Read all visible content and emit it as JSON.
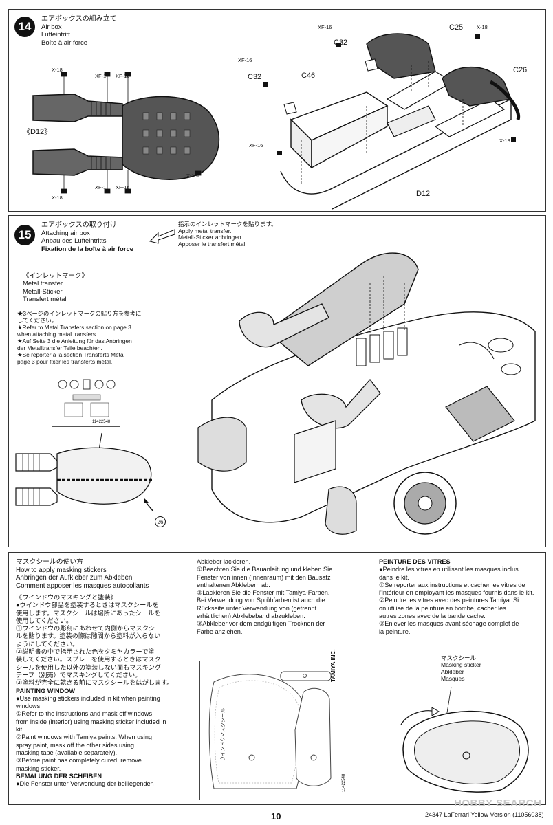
{
  "step14": {
    "number": "14",
    "title_jp": "エアボックスの組み立て",
    "title_en": "Air box",
    "title_de": "Lufteintritt",
    "title_fr": "Boîte à air force",
    "side_label": "《D12》",
    "parts": {
      "xf16_a": "XF-16",
      "c32_a": "C32",
      "c25": "C25",
      "x18_c25": "X-18",
      "xf16_b": "XF-16",
      "c32_b": "C32",
      "c46": "C46",
      "c26": "C26",
      "xf16_c": "XF-16",
      "x18_c26": "X-18",
      "d12": "D12",
      "left_x18_top": "X-18",
      "left_xf1_top": "XF-1",
      "left_xf16_top": "XF-16",
      "left_x18_right": "X-18",
      "left_x18_bottom": "X-18",
      "left_xf1_bottom": "XF-1",
      "left_xf16_bottom": "XF-16"
    }
  },
  "step15": {
    "number": "15",
    "title_jp": "エアボックスの取り付け",
    "title_en": "Attaching air box",
    "title_de": "Anbau des Lufteintritts",
    "title_fr": "Fixation de la boîte à air force",
    "metal_note": [
      "指示のインレットマークを貼ります。",
      "Apply metal transfer.",
      "Metall-Sticker anbringen.",
      "Apposer le transfert métal"
    ],
    "inlet_title_jp": "《インレットマーク》",
    "inlet_title_en": "Metal transfer",
    "inlet_title_de": "Metall-Sticker",
    "inlet_title_fr": "Transfert métal",
    "refer_notes": [
      "★3ページのインレットマークの貼り方を参考に",
      "してください。",
      "★Refer to Metal Transfers section on page 3",
      "when attaching metal transfers.",
      "★Auf Seite 3 die Anleitung für das Anbringen",
      "der Metalltransfer Teile beachten.",
      "★Se reporter à la section Transferts Métal",
      "page 3 pour fixer les transferts métal."
    ],
    "transfer_sheet_code": "11422548",
    "callout_26": "26"
  },
  "masking": {
    "title_jp": "マスクシールの使い方",
    "title_en": "How to apply masking stickers",
    "title_de": "Anbringen der Aufkleber zum Abkleben",
    "title_fr": "Comment apposer les masques autocollants",
    "jp_lines": [
      "《ウインドウのマスキングと塗装》",
      "●ウインドウ部品を塗装するときはマスクシールを",
      "使用します。マスクシールは場所にあったシールを",
      "使用してください。",
      "①ウインドウの彫刻にあわせて内側からマスクシー",
      "ルを貼ります。塗装の際は隙間から塗料が入らない",
      "ようにしてください。",
      "②説明書の中で指示された色をタミヤカラーで塗",
      "装してください。スプレーを使用するときはマスク",
      "シールを使用した以外の塗装しない面もマスキング",
      "テープ（別売）でマスキングしてください。",
      "③塗料が完全に乾きる前にマスクシールをはがします。"
    ],
    "en_title": "PAINTING WINDOW",
    "en_lines": [
      "●Use masking stickers included in kit when painting",
      "windows.",
      "①Refer to the instructions and mask off windows",
      "from inside (interior) using masking sticker included in",
      "kit.",
      "②Paint windows with Tamiya paints. When using",
      "spray paint, mask off the other sides using",
      "masking tape (available separately).",
      "③Before paint has completely cured, remove",
      "masking sticker."
    ],
    "de_title": "BEMALUNG DER SCHEIBEN",
    "de_lines_col1": [
      "●Die Fenster unter Verwendung der beiliegenden"
    ],
    "de_lines_col2": [
      "Abkleber lackieren.",
      "①Beachten Sie die Bauanleitung und kleben Sie",
      "Fenster von innen (Innenraum) mit den Bausatz",
      "enthaltenen Abklebern ab.",
      "②Lackieren Sie die Fenster mit Tamiya-Farben.",
      "Bei Verwendung von Sprühfarben ist auch die",
      "Rückseite unter Verwendung von (getrennt",
      "erhältlichen) Abklebeband abzukleben.",
      "③Abkleber vor dem endgültigen Trocknen der",
      "Farbe anziehen."
    ],
    "fr_title": "PEINTURE DES VITRES",
    "fr_lines": [
      "●Peindre les vitres en utilisant les masques inclus",
      "dans le kit.",
      "①Se reporter aux instructions et cacher les vitres de",
      "l'intérieur en employant les masques fournis dans le kit.",
      "②Peindre les vitres avec des peintures Tamiya. Si",
      "on utilise de la peinture en bombe, cacher les",
      "autres zones avec de la bande cache.",
      "③Enlever les masques avant séchage complet de",
      "la peinture."
    ],
    "sticker_label": [
      "マスクシール",
      "Masking sticker",
      "Abkleber",
      "Masques"
    ],
    "sheet_brand": "TAMIYA,INC.",
    "sheet_vertical_jp": "ウインドウマスクシール",
    "sheet_code": "11422548"
  },
  "footer": {
    "page_number": "10",
    "code": "24347 LaFerrari Yellow Version (11056038)",
    "watermark": "HOBBY SEARCH"
  }
}
